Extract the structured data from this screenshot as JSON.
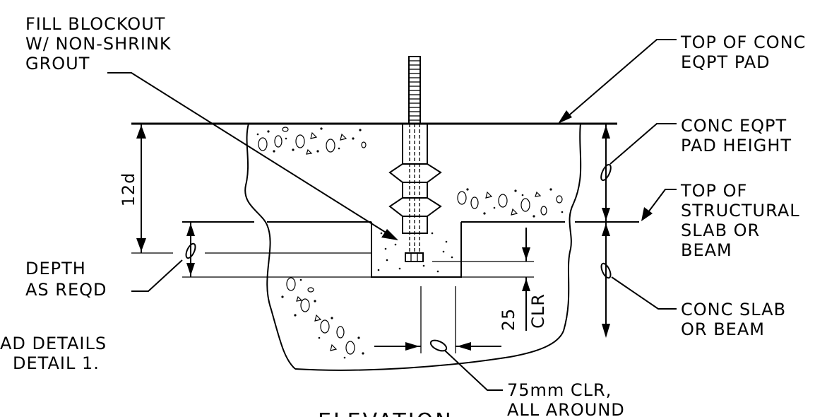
{
  "labels": {
    "fill_blockout": [
      "FILL BLOCKOUT",
      "W/ NON-SHRINK",
      "GROUT"
    ],
    "top_pad": [
      "TOP OF CONC",
      "EQPT PAD"
    ],
    "pad_height": [
      "CONC EQPT",
      "PAD HEIGHT"
    ],
    "top_slab": [
      "TOP OF",
      "STRUCTURAL",
      "SLAB OR",
      "BEAM"
    ],
    "depth": [
      "DEPTH",
      "AS REQD"
    ],
    "slab_beam": [
      "CONC SLAB",
      "OR BEAM"
    ],
    "pad_details": [
      "AD DETAILS",
      "DETAIL 1."
    ],
    "clr_75": [
      "75mm CLR,",
      "ALL AROUND"
    ],
    "dim_12d": "12d",
    "dim_25": "25",
    "dim_clr": "CLR",
    "title": "ELEVATION"
  }
}
